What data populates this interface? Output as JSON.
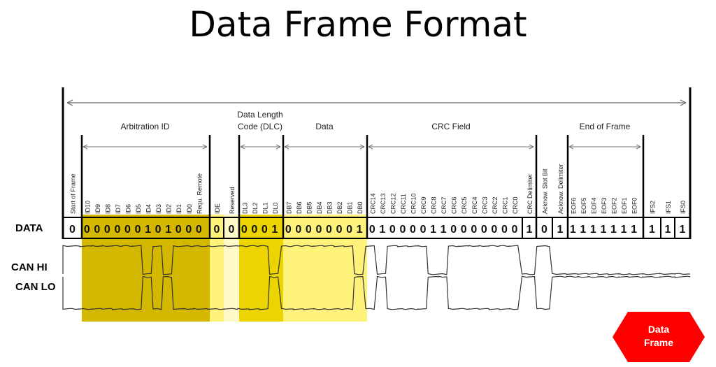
{
  "title": "Data Frame Format",
  "badge": {
    "line1": "Data",
    "line2": "Frame",
    "color": "#ff0000"
  },
  "colors": {
    "highlight_dark": "#d4b800",
    "highlight_mid": "#ecd400",
    "highlight_light": "#fff27a",
    "highlight_pale": "#fff9c8"
  },
  "row_labels": {
    "data": "DATA",
    "can_hi": "CAN HI",
    "can_lo": "CAN LO"
  },
  "section_labels": {
    "arbitration": "Arbitration ID",
    "dlc_line1": "Data Length",
    "dlc_line2": "Code (DLC)",
    "data": "Data",
    "crc": "CRC Field",
    "eof": "End of Frame"
  },
  "field_names": [
    "Start of Frame",
    "ID10",
    "ID9",
    "ID8",
    "ID7",
    "ID6",
    "ID5",
    "ID4",
    "ID3",
    "ID2",
    "ID1",
    "ID0",
    "Requ. Remote",
    "IDE",
    "Reserved",
    "DL3",
    "DL2",
    "DL1",
    "DL0",
    "DB7",
    "DB6",
    "DB5",
    "DB4",
    "DB3",
    "DB2",
    "DB1",
    "DB0",
    "CRC14",
    "CRC13",
    "CRC12",
    "CRC11",
    "CRC10",
    "CRC9",
    "CRC8",
    "CRC7",
    "CRC6",
    "CRC5",
    "CRC4",
    "CRC3",
    "CRC2",
    "CRC1",
    "CRC0",
    "CRC Delimiter",
    "Acknow. Slot Bit",
    "Acknow. Delimiter",
    "EOF6",
    "EOF5",
    "EOF4",
    "EOF3",
    "EOF2",
    "EOF1",
    "EOF0",
    "IFS2",
    "IFS1",
    "IFS0"
  ],
  "bits": [
    0,
    0,
    0,
    0,
    0,
    0,
    0,
    1,
    0,
    1,
    0,
    0,
    0,
    0,
    0,
    0,
    0,
    0,
    1,
    0,
    0,
    0,
    0,
    0,
    0,
    0,
    1,
    0,
    1,
    0,
    0,
    0,
    0,
    1,
    1,
    0,
    0,
    0,
    0,
    0,
    0,
    0,
    1,
    0,
    1,
    1,
    1,
    1,
    1,
    1,
    1,
    1,
    1,
    1,
    1
  ]
}
